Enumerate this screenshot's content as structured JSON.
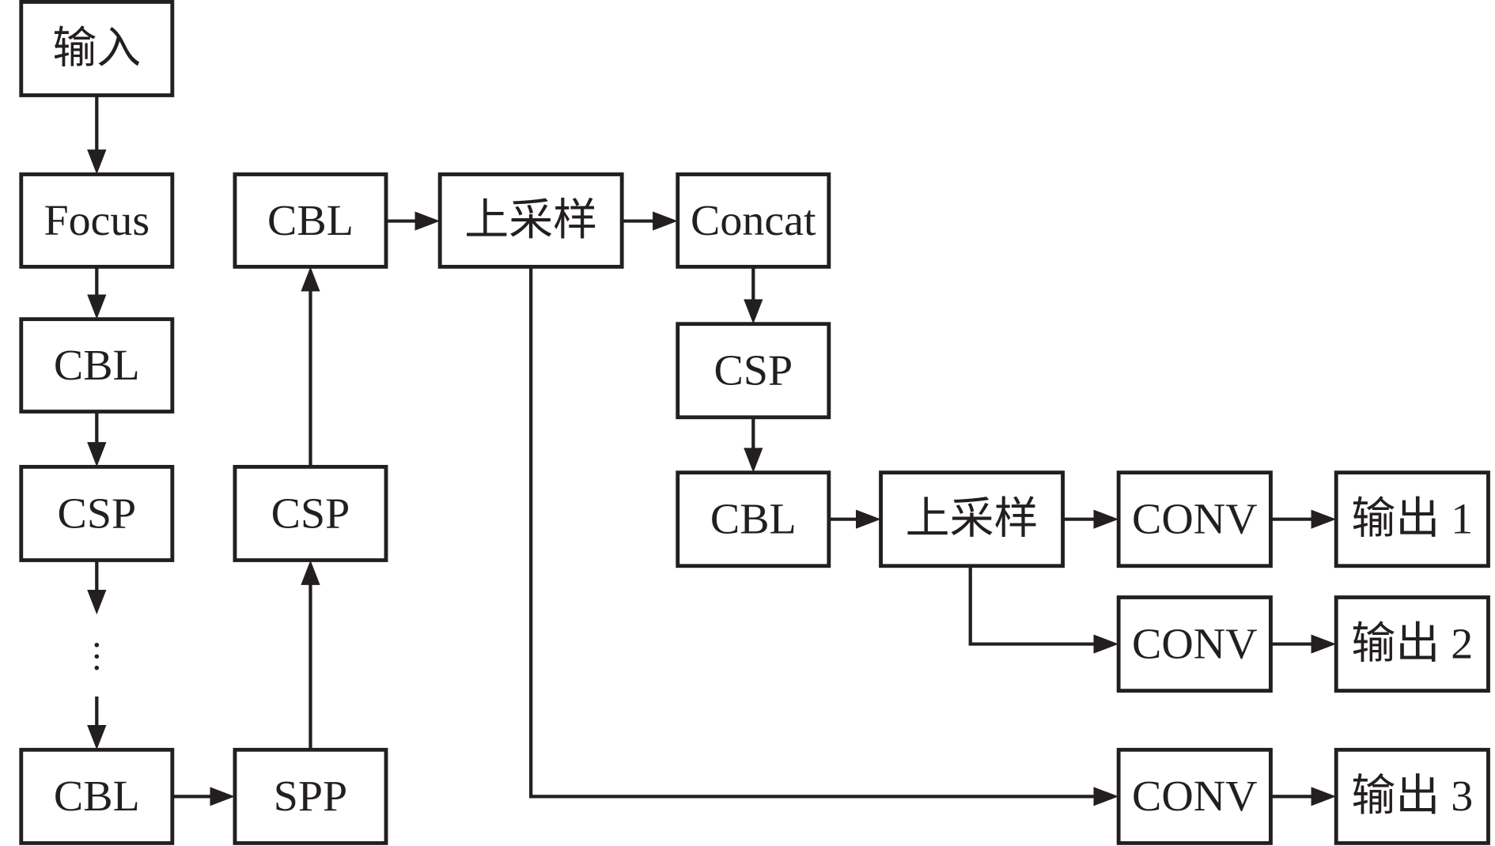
{
  "colors": {
    "ink": "#231f20",
    "background": "#ffffff"
  },
  "nodes": {
    "input": "输入",
    "focus": "Focus",
    "cbl_1": "CBL",
    "csp_1": "CSP",
    "cbl_2": "CBL",
    "spp": "SPP",
    "csp_2": "CSP",
    "cbl_3": "CBL",
    "upsample_1": "上采样",
    "concat": "Concat",
    "csp_3": "CSP",
    "cbl_4": "CBL",
    "upsample_2": "上采样",
    "conv_1": "CONV",
    "conv_2": "CONV",
    "conv_3": "CONV",
    "output_1": "输出 1",
    "output_2": "输出 2",
    "output_3": "输出 3"
  }
}
